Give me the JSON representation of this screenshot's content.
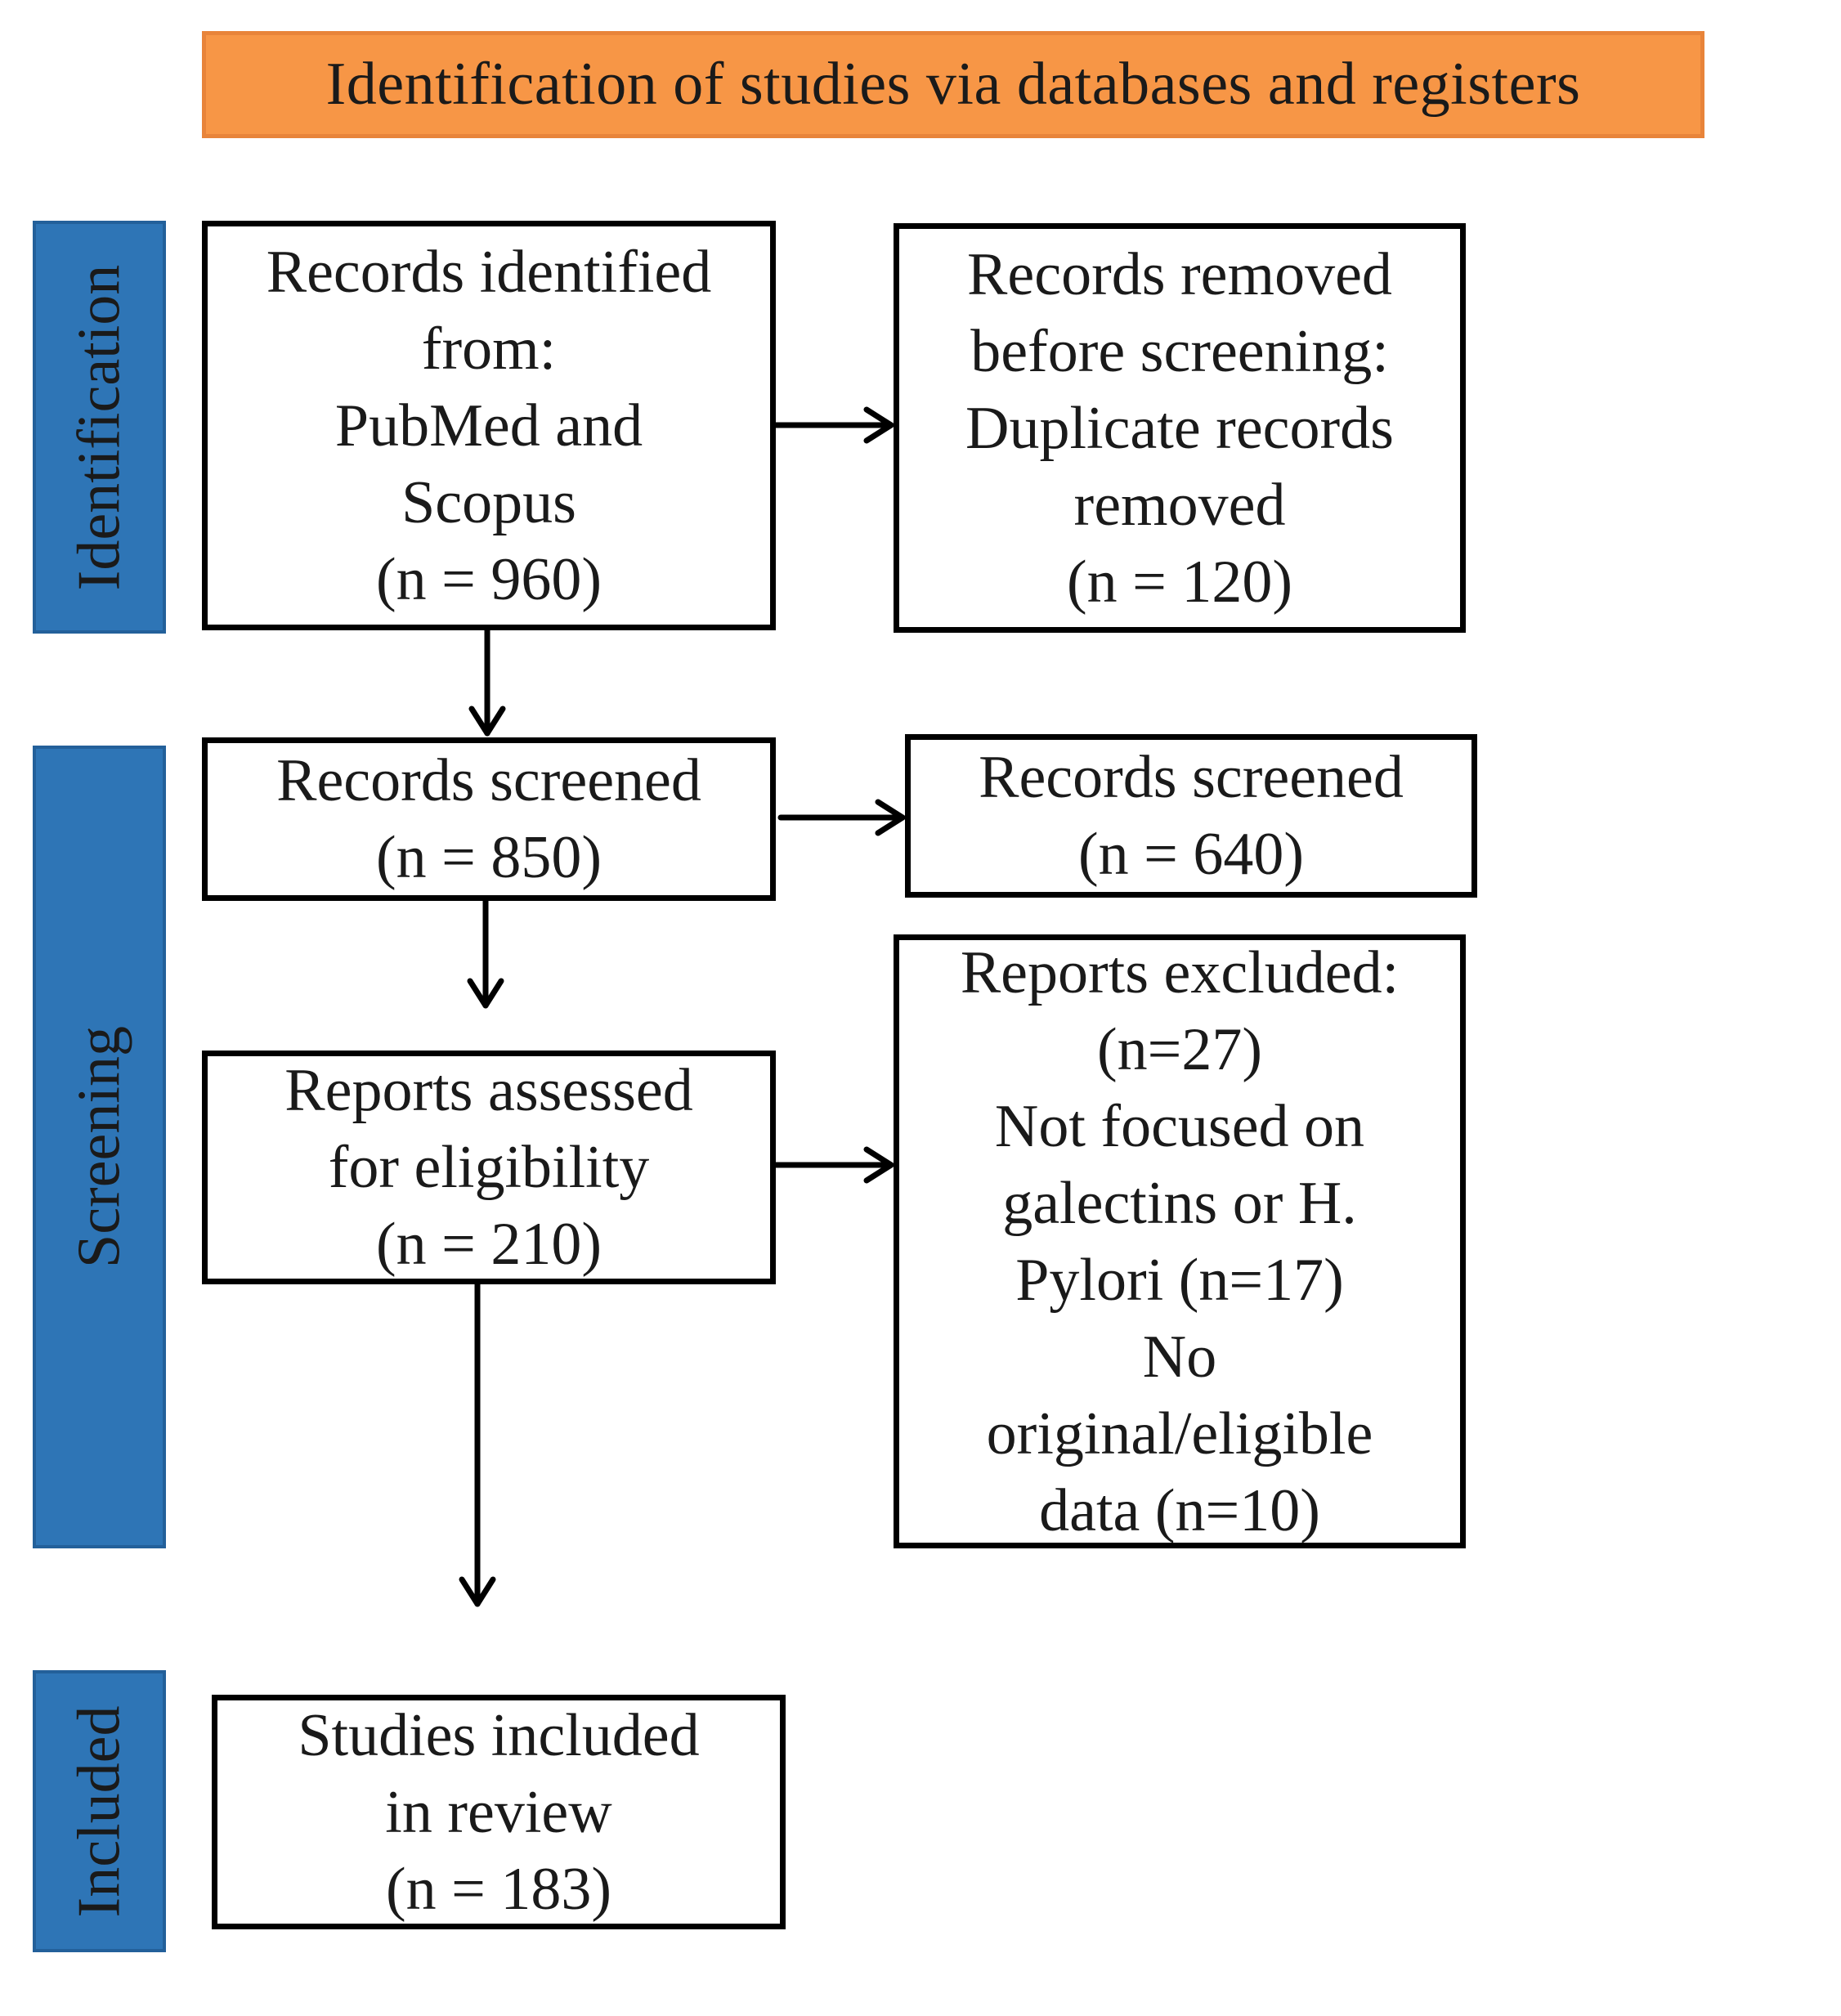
{
  "header": {
    "title": "Identification of studies via databases and registers"
  },
  "phases": {
    "identification": "Identification",
    "screening": "Screening",
    "included": "Included"
  },
  "boxes": {
    "records_identified": {
      "lines": [
        "Records identified",
        "from:",
        "PubMed and",
        "Scopus",
        "(n = 960)"
      ]
    },
    "records_removed": {
      "lines": [
        "Records removed",
        "before screening:",
        "Duplicate records",
        "removed",
        "(n = 120)"
      ]
    },
    "records_screened": {
      "lines": [
        "Records screened",
        "(n = 850)"
      ]
    },
    "records_screened_excluded": {
      "lines": [
        "Records screened",
        "(n = 640)"
      ]
    },
    "reports_assessed": {
      "lines": [
        "Reports assessed",
        "for eligibility",
        "(n = 210)"
      ]
    },
    "reports_excluded": {
      "lines": [
        "Reports excluded:",
        "(n=27)",
        "Not focused on",
        "galectins or H.",
        "Pylori (n=17)",
        "No",
        "original/eligible",
        "data (n=10)"
      ]
    },
    "studies_included": {
      "lines": [
        "Studies included",
        "in review",
        "(n = 183)"
      ]
    }
  },
  "colors": {
    "header_fill": "#f79646",
    "phase_fill": "#2e75b6",
    "box_border": "#000000"
  }
}
